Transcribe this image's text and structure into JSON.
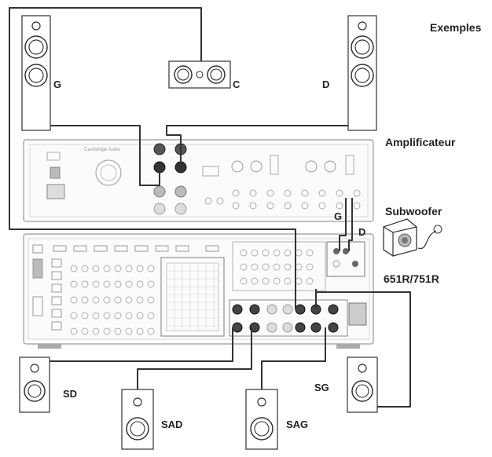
{
  "title": "Exemples",
  "speakers": {
    "left": "G",
    "center": "C",
    "right": "D",
    "surround_right": "SD",
    "surround_left": "SG",
    "surround_back_right": "SAD",
    "surround_back_left": "SAG"
  },
  "devices": {
    "amplifier": "Amplificateur",
    "subwoofer": "Subwoofer",
    "receiver": "651R/751R"
  },
  "sub_inputs": {
    "left": "G",
    "right": "D"
  },
  "amplifier_brand": "Cambridge Audio"
}
